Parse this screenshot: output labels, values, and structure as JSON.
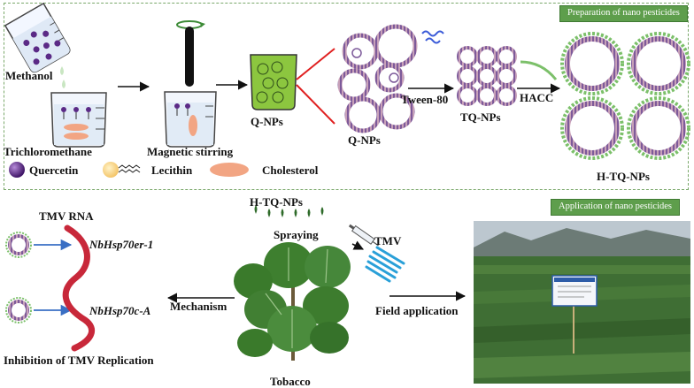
{
  "top_section": {
    "tag": "Preparation of nano pesticides",
    "methanol": "Methanol",
    "trichloromethane": "Trichloromethane",
    "magnetic_stirring": "Magnetic stirring",
    "q_nps_beaker": "Q-NPs",
    "q_nps": "Q-NPs",
    "tween": "Tween-80",
    "tq_nps": "TQ-NPs",
    "hacc": "HACC",
    "h_tq_nps": "H-TQ-NPs",
    "legend": {
      "quercetin": "Quercetin",
      "lecithin": "Lecithin",
      "cholesterol": "Cholesterol"
    }
  },
  "bottom_section": {
    "tag": "Application of nano pesticides",
    "tmv_rna": "TMV RNA",
    "gene1": "NbHsp70er-1",
    "gene2": "NbHsp70c-A",
    "mechanism": "Mechanism",
    "inhibition": "Inhibition of TMV Replication",
    "h_tq_nps": "H-TQ-NPs",
    "spraying": "Spraying",
    "tmv": "TMV",
    "tobacco": "Tobacco",
    "field_application": "Field application"
  },
  "colors": {
    "tag_green": "#5e9e4c",
    "quercetin_purple": "#5b2a86",
    "cholesterol_orange": "#f2a583",
    "arrow_red": "#e02020",
    "arrow_blue": "#3a6fc4",
    "hacc_green": "#7cc06a",
    "tween_blue": "#3b5bd8",
    "beaker_green": "#8cc63f"
  }
}
